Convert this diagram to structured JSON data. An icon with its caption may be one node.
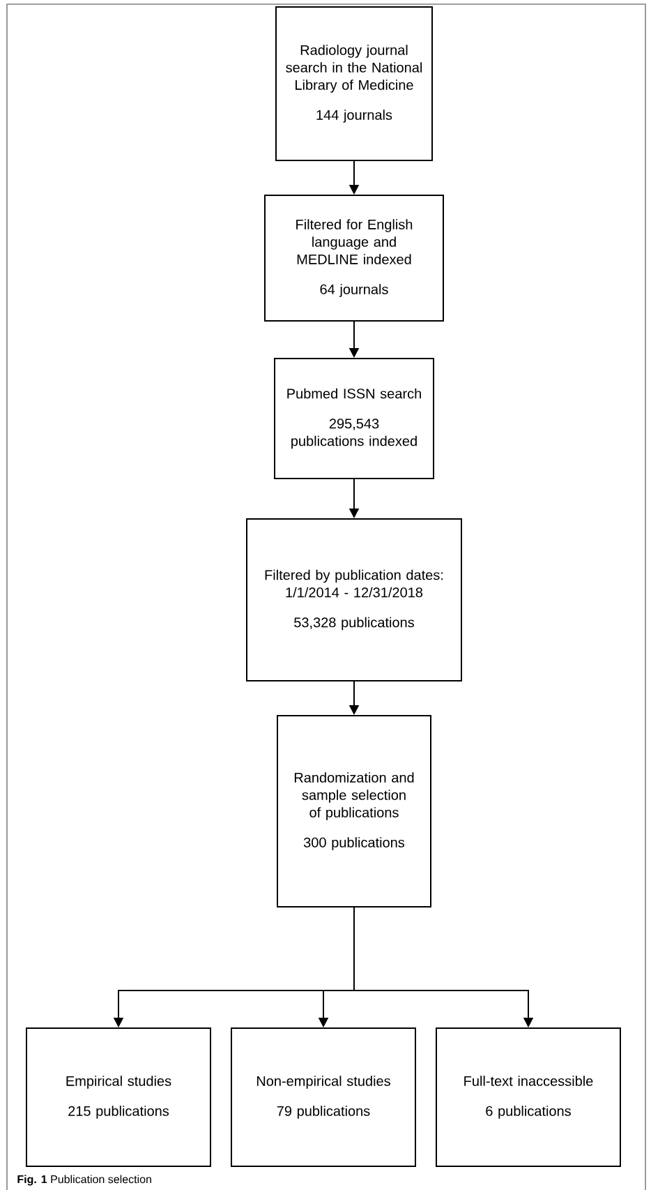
{
  "diagram": {
    "caption": "**Fig. 1** Publication selection",
    "nodes": [
      {
        "text": [
          "Radiology journal search in the National Library of Medicine",
          "144 journals"
        ]
      },
      {
        "text": [
          "Filtered for English language and MEDLINE indexed",
          "64 journals"
        ]
      },
      {
        "text": [
          "Pubmed ISSN search",
          "295,543 publications indexed"
        ]
      },
      {
        "text": [
          "Filtered by publication dates: 1/1/2014 - 12/31/2018",
          "53,328 publications"
        ]
      },
      {
        "text": [
          "Randomization and sample selection of publications",
          "300 publications"
        ]
      },
      {
        "text": [
          "Empirical studies",
          "215 publications"
        ]
      },
      {
        "text": [
          "Non-empirical studies",
          "79 publications"
        ]
      },
      {
        "text": [
          "Full-text inaccessible",
          "6 publications"
        ]
      }
    ],
    "edges": [
      {
        "from": 0,
        "to": 1,
        "arrow": "to"
      },
      {
        "from": 1,
        "to": 2,
        "arrow": "to"
      },
      {
        "from": 2,
        "to": 3,
        "arrow": "to"
      },
      {
        "from": 3,
        "to": 4,
        "arrow": "to"
      },
      {
        "from": 4,
        "to": 5,
        "arrow": "to"
      },
      {
        "from": 4,
        "to": 6,
        "arrow": "to"
      },
      {
        "from": 4,
        "to": 7,
        "arrow": "to"
      }
    ]
  }
}
